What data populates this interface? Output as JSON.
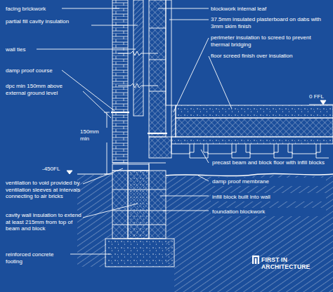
{
  "diagram": {
    "labels": [
      "facing brickwork",
      "partial fill cavity insulation",
      "wall ties",
      "damp proof course",
      "dpc min 150mm above external ground level",
      "150mm min",
      "-450FL",
      "ventilation to void provided by ventilation sleeves at intervals connecting to air bricks",
      "cavity wall insulation to extend at least 215mm from top of beam and block",
      "reinforced concrete footing",
      "blockwork internal leaf",
      "37.5mm insulated plasterboard on dabs with 3mm skim finish",
      "perimeter insulation to screed to prevent thermal bridging",
      "floor screed finish over insulation",
      "0 FFL",
      "precast beam and block floor with infill blocks",
      "damp proof membrane",
      "infill block built into wall",
      "foundation blockwork",
      "FIRST IN ARCHITECTURE"
    ]
  }
}
